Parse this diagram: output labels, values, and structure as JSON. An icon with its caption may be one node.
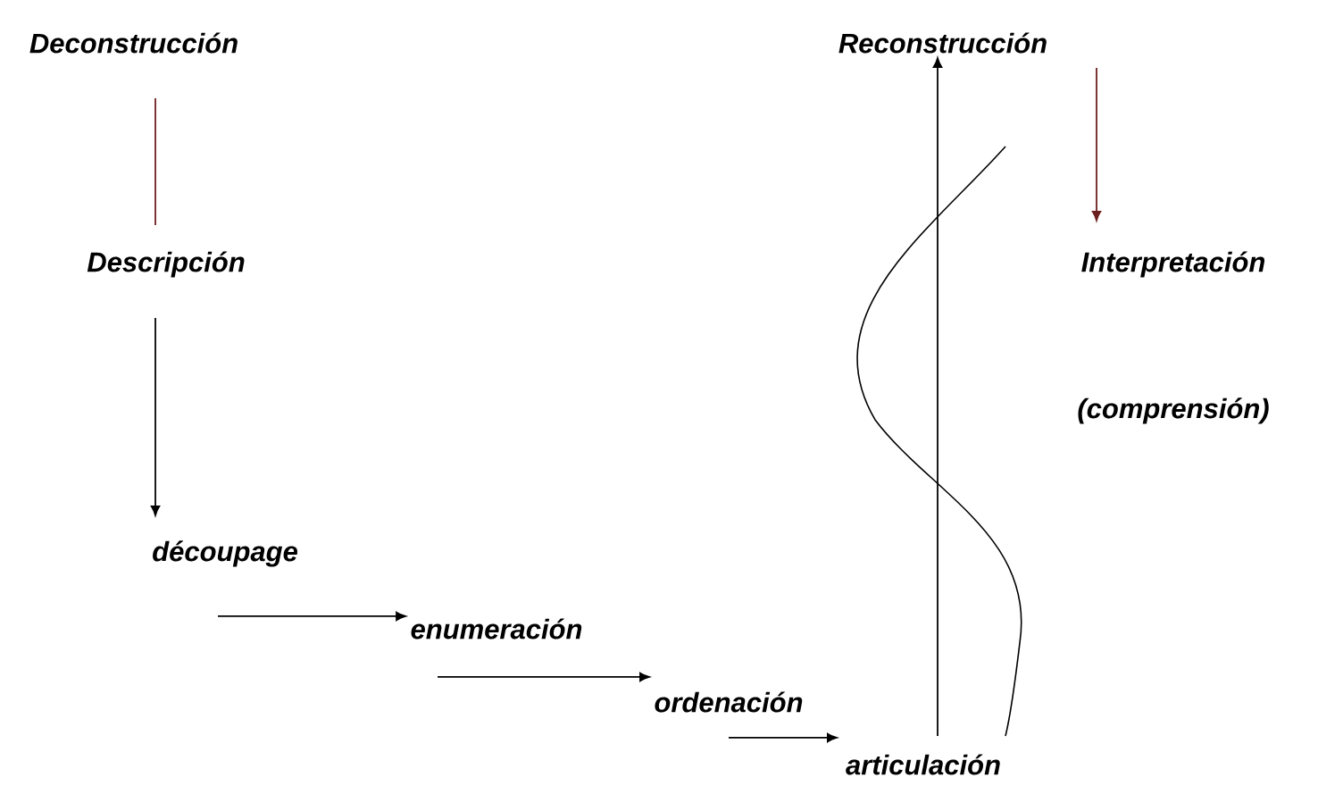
{
  "diagram": {
    "nodes": [
      {
        "text": [
          "Deconstrucción"
        ]
      },
      {
        "text": [
          "Descripción"
        ]
      },
      {
        "text": [
          "découpage"
        ]
      },
      {
        "text": [
          "enumeración"
        ]
      },
      {
        "text": [
          "ordenación"
        ]
      },
      {
        "text": [
          "articulación"
        ]
      },
      {
        "text": [
          "Reconstrucción"
        ]
      },
      {
        "text": [
          "Interpretación"
        ]
      }
    ],
    "edges": [
      {
        "from": 0,
        "to": 1,
        "arrow": "none",
        "color": "#6e1f1f"
      },
      {
        "from": 1,
        "to": 2,
        "arrow": "to"
      },
      {
        "from": 2,
        "to": 3,
        "arrow": "to"
      },
      {
        "from": 3,
        "to": 4,
        "arrow": "to"
      },
      {
        "from": 4,
        "to": 5,
        "arrow": "to"
      },
      {
        "from": 5,
        "to": 6,
        "arrow": "to"
      },
      {
        "from": 6,
        "to": 7,
        "arrow": "to",
        "color": "#6e1f1f"
      }
    ],
    "labels": [
      "(comprensión)"
    ]
  }
}
